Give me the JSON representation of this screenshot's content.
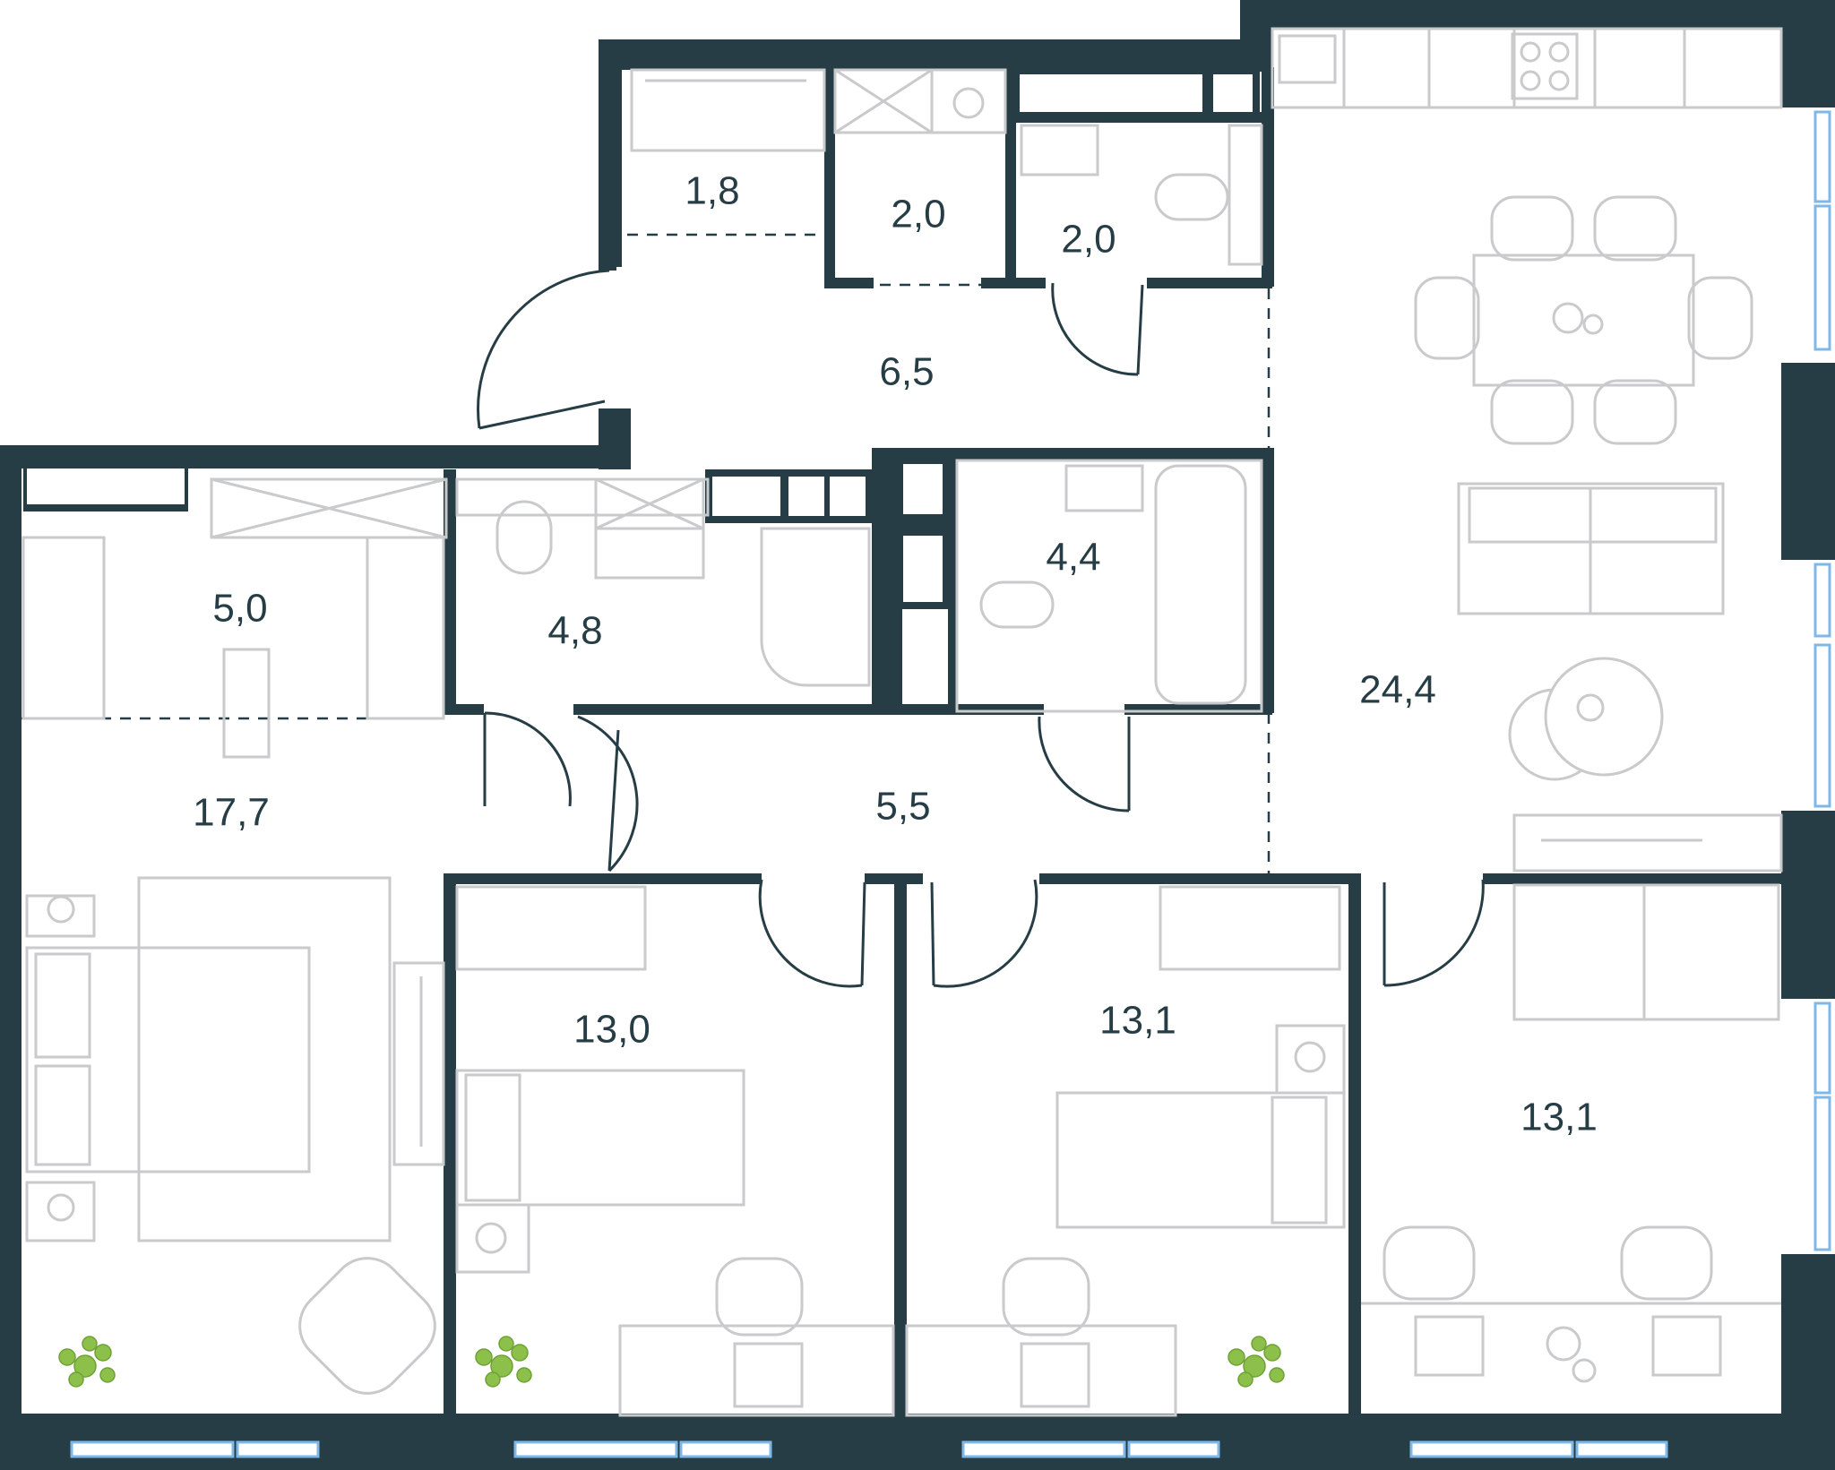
{
  "rooms": {
    "storage_1": "1,8",
    "laundry": "2,0",
    "wc": "2,0",
    "hall_entry": "6,5",
    "wardrobe": "5,0",
    "bath_1": "4,8",
    "bath_2": "4,4",
    "living_kitchen": "24,4",
    "master_bedroom": "17,7",
    "corridor": "5,5",
    "bedroom_1": "13,0",
    "bedroom_2": "13,1",
    "bedroom_3": "13,1"
  },
  "colors": {
    "wall": "#263d45",
    "furniture": "#c9cacb",
    "window": "#7fb8e6",
    "plant": "#8cc04a"
  },
  "icons": [
    "sink-icon",
    "stove-icon",
    "toilet-icon",
    "bathtub-icon",
    "shower-icon",
    "washer-icon",
    "bed-icon",
    "sofa-icon",
    "dining-table-icon",
    "desk-icon",
    "armchair-icon",
    "plant-icon",
    "wardrobe-icon"
  ]
}
